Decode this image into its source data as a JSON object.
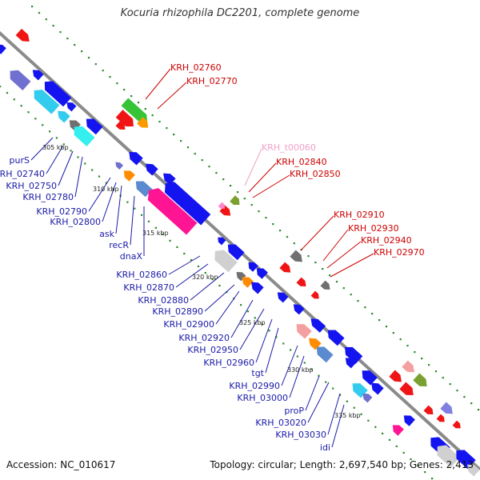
{
  "title": "Kocuria rhizophila DC2201, complete genome",
  "footer": {
    "accession": "Accession: NC_010617",
    "summary": "Topology: circular; Length: 2,697,540 bp; Genes: 2,413"
  },
  "colors": {
    "backbone": "#8a8a8a",
    "forward_labels": "#cc0000",
    "reverse_labels": "#1a1aa8",
    "trna_label": "#f0a0c8",
    "gridline_dots": "#2a8a2a"
  },
  "scale_labels": [
    "305 kbp",
    "310 kbp",
    "315 kbp",
    "320 kbp",
    "325 kbp",
    "330 kbp",
    "335 kbp"
  ],
  "forward_gene_labels": [
    "KRH_02760",
    "KRH_02770",
    "KRH_t00060",
    "KRH_02840",
    "KRH_02850",
    "KRH_02910",
    "KRH_02930",
    "KRH_02940",
    "KRH_02970"
  ],
  "reverse_gene_labels": [
    "purS",
    "KRH_02740",
    "KRH_02750",
    "KRH_02780",
    "KRH_02790",
    "KRH_02800",
    "ask",
    "recR",
    "dnaX",
    "KRH_02860",
    "KRH_02870",
    "KRH_02880",
    "KRH_02890",
    "KRH_02900",
    "KRH_02920",
    "KRH_02950",
    "KRH_02960",
    "tgt",
    "KRH_02990",
    "KRH_03000",
    "proP",
    "KRH_03020",
    "KRH_03030",
    "idi"
  ]
}
